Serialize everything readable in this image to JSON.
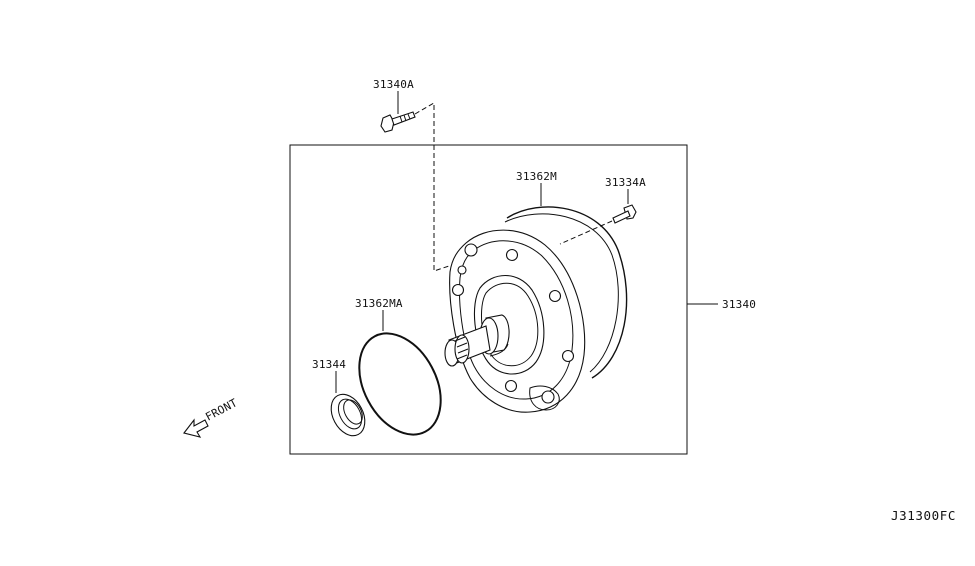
{
  "callouts": [
    {
      "id": "bolt-upper",
      "text": "31340A"
    },
    {
      "id": "pump-gasket",
      "text": "31362M"
    },
    {
      "id": "bolt-right",
      "text": "31334A"
    },
    {
      "id": "pump-assembly",
      "text": "31340"
    },
    {
      "id": "o-ring",
      "text": "31362MA"
    },
    {
      "id": "oil-seal",
      "text": "31344"
    }
  ],
  "front_label": "FRONT",
  "reference_code": "J31300FC"
}
